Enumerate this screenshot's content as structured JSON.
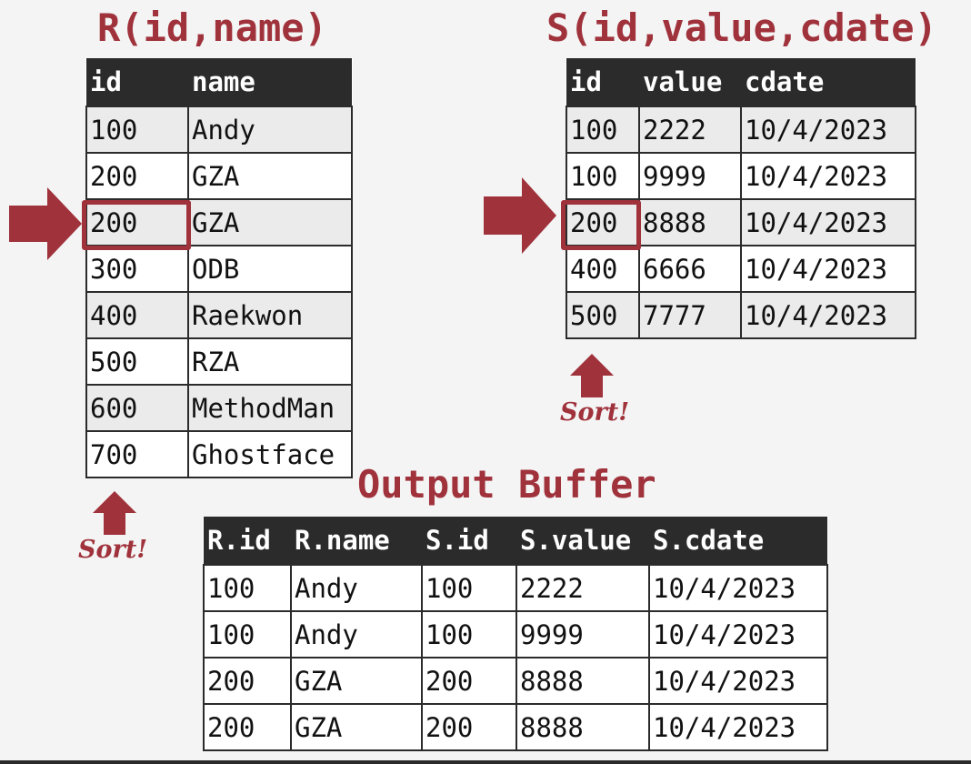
{
  "r_table": {
    "title": "R(id,name)",
    "headers": [
      "id",
      "name"
    ],
    "rows": [
      [
        "100",
        "Andy"
      ],
      [
        "200",
        "GZA"
      ],
      [
        "200",
        "GZA"
      ],
      [
        "300",
        "ODB"
      ],
      [
        "400",
        "Raekwon"
      ],
      [
        "500",
        "RZA"
      ],
      [
        "600",
        "MethodMan"
      ],
      [
        "700",
        "Ghostface"
      ]
    ],
    "sort_label": "Sort!"
  },
  "s_table": {
    "title": "S(id,value,cdate)",
    "headers": [
      "id",
      "value",
      "cdate"
    ],
    "rows": [
      [
        "100",
        "2222",
        "10/4/2023"
      ],
      [
        "100",
        "9999",
        "10/4/2023"
      ],
      [
        "200",
        "8888",
        "10/4/2023"
      ],
      [
        "400",
        "6666",
        "10/4/2023"
      ],
      [
        "500",
        "7777",
        "10/4/2023"
      ]
    ],
    "sort_label": "Sort!"
  },
  "output": {
    "title": "Output Buffer",
    "headers": [
      "R.id",
      "R.name",
      "S.id",
      "S.value",
      "S.cdate"
    ],
    "rows": [
      [
        "100",
        "Andy",
        "100",
        "2222",
        "10/4/2023"
      ],
      [
        "100",
        "Andy",
        "100",
        "9999",
        "10/4/2023"
      ],
      [
        "200",
        "GZA",
        "200",
        "8888",
        "10/4/2023"
      ],
      [
        "200",
        "GZA",
        "200",
        "8888",
        "10/4/2023"
      ]
    ]
  },
  "colors": {
    "accent": "#a0323c",
    "header_bg": "#2b2b2b",
    "row_alt": "#ebebeb"
  }
}
